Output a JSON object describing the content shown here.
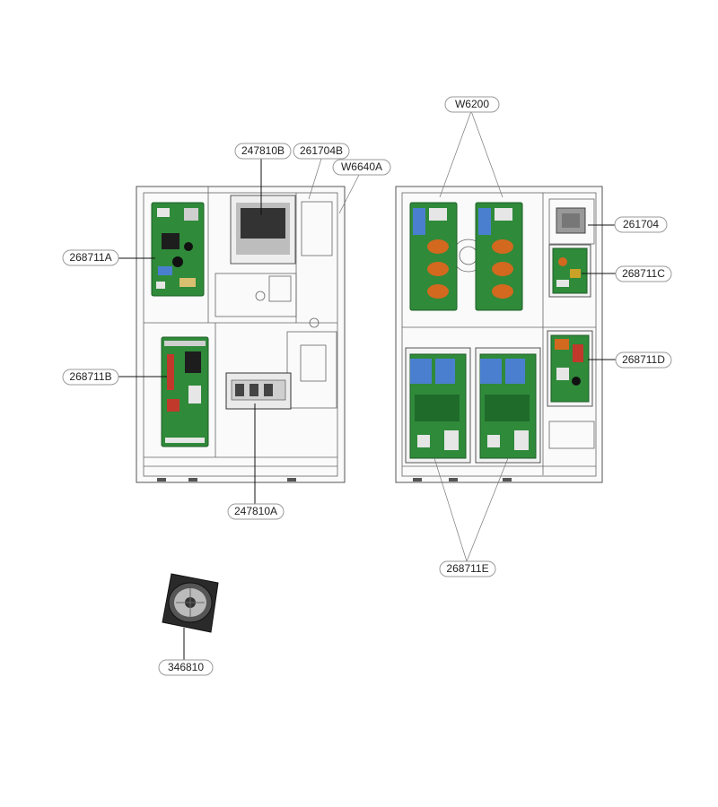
{
  "callouts": {
    "w6200": "W6200",
    "b247810": "247810B",
    "b261704": "261704B",
    "a_w6640": "W6640A",
    "c261704": "261704",
    "a268711": "268711A",
    "c268711": "268711C",
    "b268711": "268711B",
    "d268711": "268711D",
    "a247810": "247810A",
    "e268711": "268711E",
    "fan346810": "346810"
  },
  "colors": {
    "pcb_green": "#2f8a3a",
    "capacitor_blue": "#4a7fd0",
    "coil_orange": "#d2691e",
    "relay_red": "#c0392b",
    "transformer_gray": "#777777",
    "display_dark": "#333333"
  }
}
